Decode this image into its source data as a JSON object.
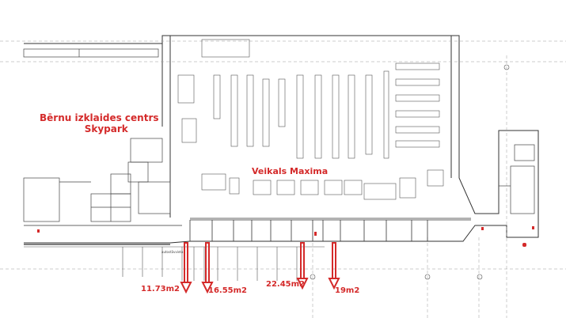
{
  "labels": {
    "skypark_line1": "Bērnu izklaides centrs",
    "skypark_line2": "Skypark",
    "maxima": "Veikals Maxima",
    "parking": "autostāvvieta"
  },
  "units": [
    {
      "area": "11.73m2"
    },
    {
      "area": "16.55m2"
    },
    {
      "area": "22.45m2"
    },
    {
      "area": "19m2"
    }
  ],
  "colors": {
    "accent": "#d42a2a",
    "lines": "#333333"
  }
}
